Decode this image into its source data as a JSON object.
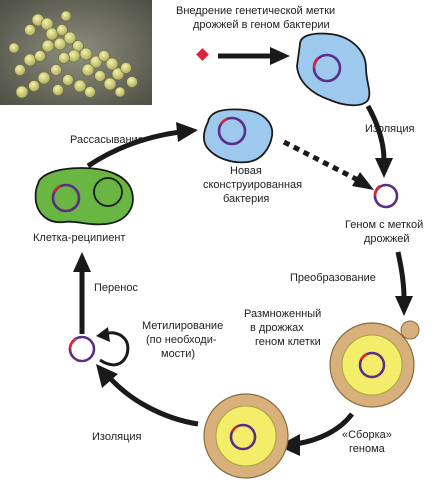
{
  "labels": {
    "insertion_line1": "Внедрение генетической метки",
    "insertion_line2": "дрожжей в геном бактерии",
    "isolation_top": "Изоляция",
    "absorption": "Рассасывание",
    "new_bacteria_line1": "Новая",
    "new_bacteria_line2": "сконструированная",
    "new_bacteria_line3": "бактерия",
    "genome_mark_line1": "Геном с меткой",
    "genome_mark_line2": "дрожжей",
    "recipient_cell": "Клетка-реципиент",
    "transformation": "Преобразование",
    "transfer": "Перенос",
    "methylation_line1": "Метилирование",
    "methylation_line2": "(по необходи-",
    "methylation_line3": "мости)",
    "multiplied_line1": "Размноженный",
    "multiplied_line2": "в дрожжах",
    "multiplied_line3": "геном клетки",
    "assembly_line1": "«Сборка»",
    "assembly_line2": "генома",
    "isolation_bottom": "Изоляция"
  },
  "colors": {
    "bacteria_fill": "#9ec9ee",
    "recipient_fill": "#69b642",
    "yeast_outer": "#d8b07c",
    "yeast_inner": "#f2ee6a",
    "arrow": "#1a1a1a",
    "marker": "#d8243c",
    "genome_ring": "#5a2d8a"
  },
  "icons": {
    "photo": "bacteria-photo",
    "genetic_marker": "genetic-marker-icon"
  }
}
